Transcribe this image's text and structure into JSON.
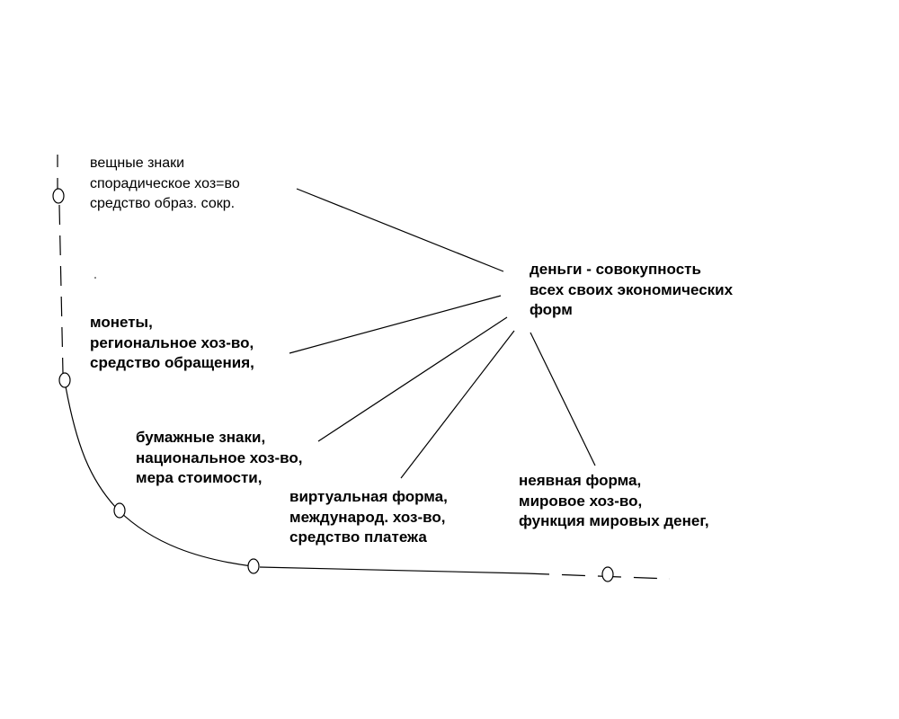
{
  "center": {
    "lines": [
      "деньги - совокупность",
      "всех своих экономических",
      "форм"
    ]
  },
  "stages": [
    {
      "key": "stage-1",
      "lines": [
        "вещные знаки",
        "спорадическое хоз=во",
        "средство образ. сокр."
      ]
    },
    {
      "key": "stage-2",
      "lines": [
        "монеты,",
        "региональное хоз-во,",
        "средство обращения,"
      ]
    },
    {
      "key": "stage-3",
      "lines": [
        "бумажные знаки,",
        "национальное хоз-во,",
        "мера стоимости,"
      ]
    },
    {
      "key": "stage-4",
      "lines": [
        "виртуальная форма,",
        "международ. хоз-во,",
        "средство платежа"
      ]
    },
    {
      "key": "stage-5",
      "lines": [
        "неявная форма,",
        "мировое хоз-во,",
        "функция мировых денег,"
      ]
    }
  ],
  "colors": {
    "line": "#000000",
    "background": "#ffffff"
  }
}
